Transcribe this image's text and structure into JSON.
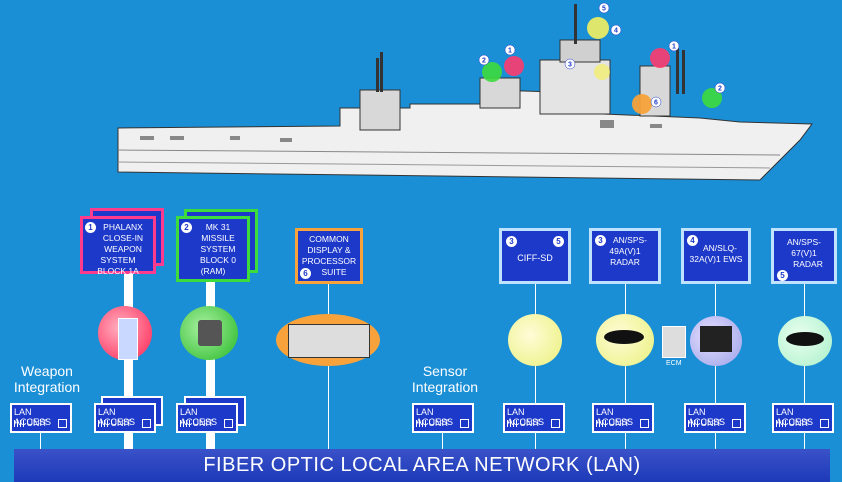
{
  "network_label": "FIBER OPTIC LOCAL AREA NETWORK (LAN)",
  "labels": {
    "weapon_integration": [
      "Weapon",
      "Integration"
    ],
    "sensor_integration": [
      "Sensor",
      "Integration"
    ],
    "ecm": "ECM"
  },
  "lan_unit": {
    "line1": "LAN ACCESS",
    "line2": "UNIT"
  },
  "systems": [
    {
      "num": "1",
      "lines": [
        "PHALANX",
        "CLOSE-IN",
        "WEAPON",
        "SYSTEM",
        "BLOCK 1A"
      ]
    },
    {
      "num": "2",
      "lines": [
        "MK 31",
        "MISSILE",
        "SYSTEM",
        "BLOCK 0",
        "(RAM)"
      ]
    },
    {
      "num": "6",
      "lines": [
        "COMMON",
        "DISPLAY &",
        "PROCESSOR",
        "SUITE"
      ]
    },
    {
      "num": "3",
      "num2": "5",
      "lines": [
        "CIFF-SD"
      ]
    },
    {
      "num": "3",
      "lines": [
        "AN/SPS-",
        "49A(V)1",
        "RADAR"
      ]
    },
    {
      "num": "4",
      "lines": [
        "AN/SLQ-",
        "32A(V)1 EWS"
      ]
    },
    {
      "num": "5",
      "lines": [
        "AN/SPS-",
        "67(V)1",
        "RADAR"
      ]
    }
  ],
  "ship_markers": [
    "1",
    "2",
    "3",
    "4",
    "5",
    "6",
    "1",
    "2"
  ],
  "colors": {
    "background": "#1a8fd6",
    "box": "#1d39c9",
    "weapon_border": "#ff3b8e",
    "missile_border": "#3ddc3d",
    "display_border": "#f7a23a",
    "sensor_border": "#bfe3ff"
  }
}
